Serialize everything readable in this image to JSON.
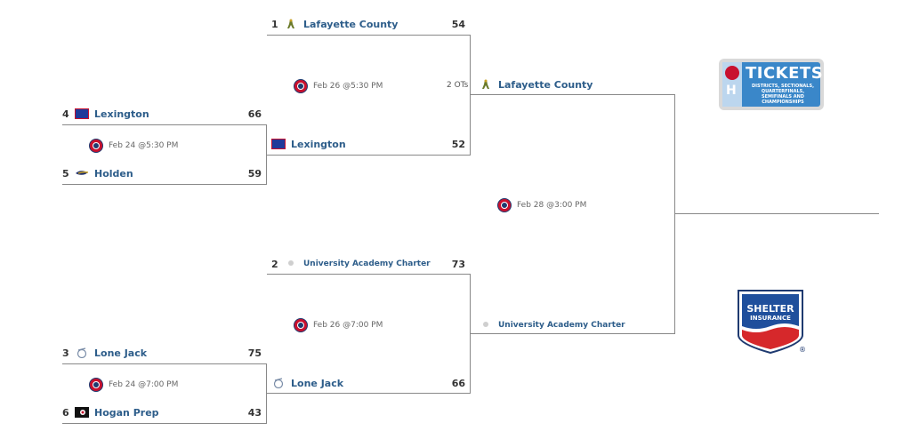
{
  "bracket": {
    "round1": [
      {
        "game": "Feb 24 @5:30 PM",
        "top": {
          "seed": "4",
          "team": "Lexington",
          "score": "66",
          "logo": "lexington-logo"
        },
        "bottom": {
          "seed": "5",
          "team": "Holden",
          "score": "59",
          "logo": "holden-logo"
        }
      },
      {
        "game": "Feb 24 @7:00 PM",
        "top": {
          "seed": "3",
          "team": "Lone Jack",
          "score": "75",
          "logo": "lone-jack-logo"
        },
        "bottom": {
          "seed": "6",
          "team": "Hogan Prep",
          "score": "43",
          "logo": "hogan-prep-logo"
        }
      }
    ],
    "semifinals": [
      {
        "game": "Feb 26 @5:30 PM",
        "note": "2 OTs",
        "top": {
          "seed": "1",
          "team": "Lafayette County",
          "score": "54",
          "logo": "lafayette-county-logo"
        },
        "bottom": {
          "seed": "",
          "team": "Lexington",
          "score": "52",
          "logo": "lexington-logo"
        }
      },
      {
        "game": "Feb 26 @7:00 PM",
        "top": {
          "seed": "2",
          "team": "University Academy Charter",
          "score": "73",
          "logo": "university-academy-logo"
        },
        "bottom": {
          "seed": "",
          "team": "Lone Jack",
          "score": "66",
          "logo": "lone-jack-logo"
        }
      }
    ],
    "final": {
      "game": "Feb 28 @3:00 PM",
      "top": {
        "team": "Lafayette County",
        "logo": "lafayette-county-logo"
      },
      "bottom": {
        "team": "University Academy Charter",
        "logo": "university-academy-logo"
      }
    }
  },
  "ads": {
    "tickets": {
      "title": "TICKETS",
      "subtitle": "DISTRICTS, SECTIONALS, QUARTERFINALS, SEMIFINALS AND CHAMPIONSHIPS"
    },
    "shelter": {
      "line1": "SHELTER",
      "line2": "INSURANCE",
      "mark": "®"
    }
  },
  "colors": {
    "team_text": "#2d5d8a",
    "line": "#888888",
    "tv_red": "#c8102e",
    "tv_blue": "#1f3a70",
    "ticket_blue": "#3a87c9"
  }
}
